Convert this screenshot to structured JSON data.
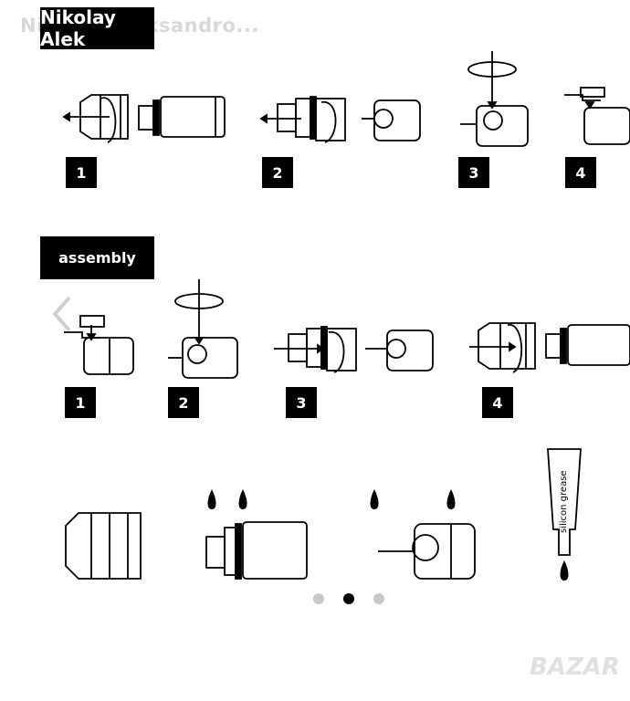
{
  "overlay": {
    "author_name": "Nikolay Aleksandro..."
  },
  "sections": {
    "top_banner": "Nikolay Alek",
    "assembly_banner": "assembly"
  },
  "steps_top": [
    "1",
    "2",
    "3",
    "4"
  ],
  "steps_assembly": [
    "1",
    "2",
    "3",
    "4"
  ],
  "tube": {
    "label": "silicon grease"
  },
  "carousel": {
    "dots": 3,
    "active_dot": 2,
    "prev_icon": "chevron-left-icon"
  },
  "watermark": "BAZAR",
  "colors": {
    "ink": "#000000",
    "dot_inactive": "#c8c8c8",
    "dot_active": "#000000"
  }
}
